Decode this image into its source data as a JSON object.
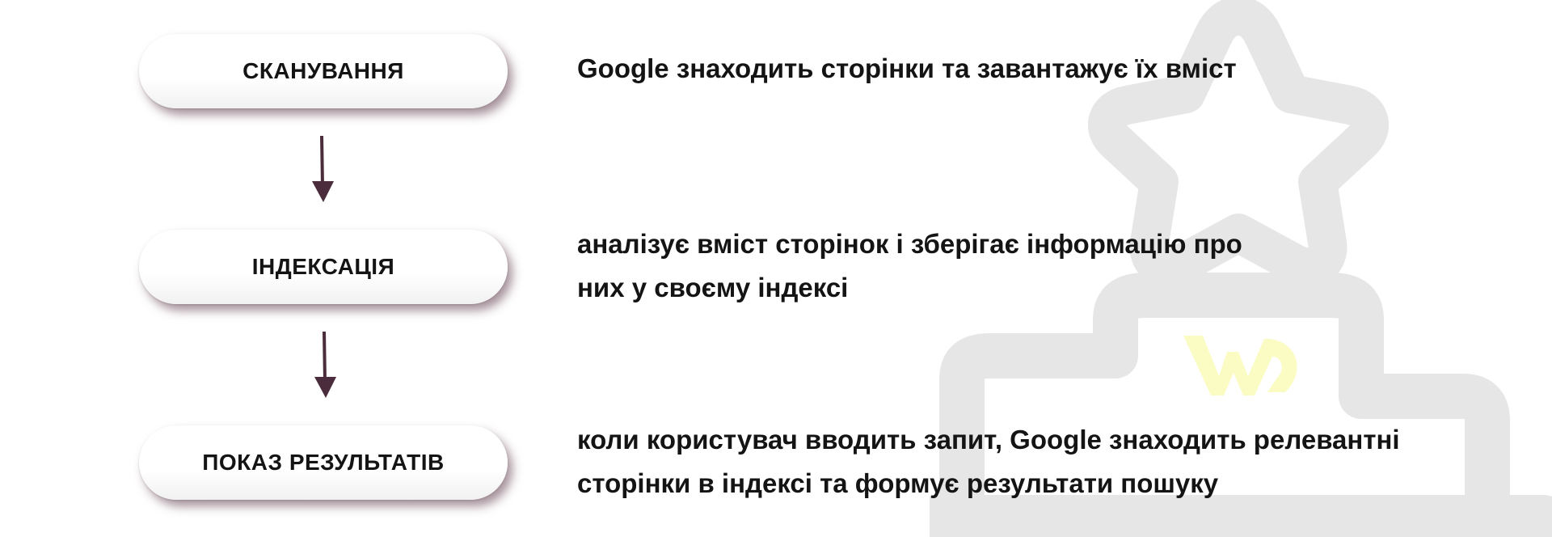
{
  "steps": [
    {
      "label": "СКАНУВАННЯ",
      "description": "Google знаходить сторінки та завантажує їх вміст"
    },
    {
      "label": "ІНДЕКСАЦІЯ",
      "description": "аналізує вміст сторінок і зберігає інформацію про\nних у своєму індексі"
    },
    {
      "label": "ПОКАЗ РЕЗУЛЬТАТІВ",
      "description": "коли користувач вводить запит, Google знаходить релевантні\nсторінки в індексі та формує результати пошуку"
    }
  ],
  "colors": {
    "arrow": "#4a2c3c",
    "pill_shadow": "#5c3848",
    "watermark": "#e6e6e6",
    "logo": "#fbfbc4",
    "text": "#141414"
  },
  "icons": {
    "watermark": "trophy-podium-star-icon",
    "logo": "brand-logo-icon"
  }
}
